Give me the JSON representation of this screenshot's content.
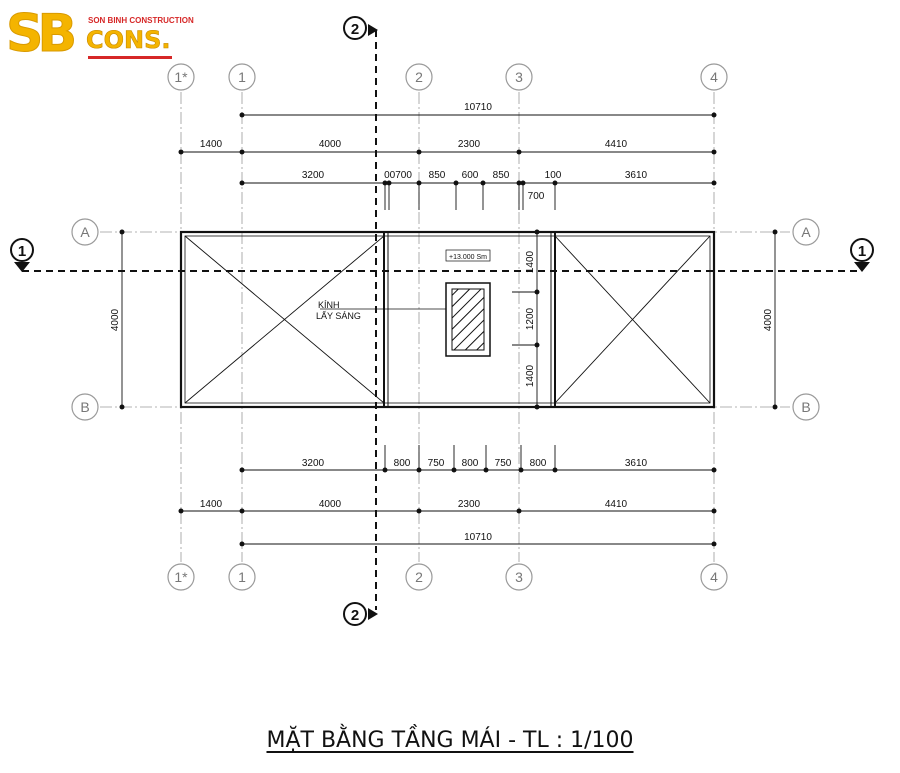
{
  "logo": {
    "mark": "SB",
    "company": "SON BINH CONSTRUCTION",
    "brand": "CONS."
  },
  "title": "MẶT BẰNG TẦNG MÁI - TL : 1/100",
  "axes": {
    "vertical": [
      "1*",
      "1",
      "2",
      "3",
      "4"
    ],
    "horizontal": [
      "A",
      "B"
    ]
  },
  "section_marks": {
    "vertical": "2",
    "horizontal": "1"
  },
  "dims_top": {
    "total": "10710",
    "row2": [
      "1400",
      "4000",
      "2300",
      "4410"
    ],
    "row3": [
      "3200",
      "00700",
      "850",
      "600",
      "850",
      "100",
      "3610"
    ],
    "sub": "700"
  },
  "dims_bottom": {
    "row1": [
      "3200",
      "800",
      "750",
      "800",
      "750",
      "800",
      "3610"
    ],
    "row2": [
      "1400",
      "4000",
      "2300",
      "4410"
    ],
    "total": "10710"
  },
  "dims_side": {
    "left": "4000",
    "right": "4000"
  },
  "dims_middle": [
    "1400",
    "1200",
    "1400"
  ],
  "level_tag": "+13.000 Sm",
  "skylight_label": [
    "KÍNH",
    "LẤY SÁNG"
  ],
  "colors": {
    "line": "#111111",
    "axis": "#9a9a9a",
    "logo_gold": "#f4b400",
    "logo_red": "#d62828"
  }
}
